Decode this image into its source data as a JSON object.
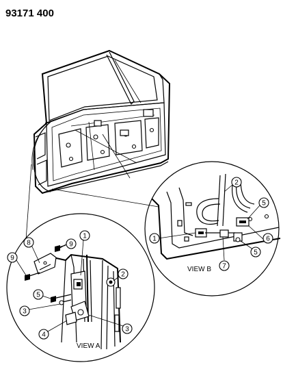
{
  "diagram_id": "93171 400",
  "views": {
    "a": "VIEW A",
    "b": "VIEW B"
  },
  "callouts_view_a": [
    "8",
    "9",
    "9",
    "1",
    "2",
    "5",
    "3",
    "4",
    "3"
  ],
  "callouts_view_b": [
    "2",
    "5",
    "6",
    "1",
    "7",
    "5"
  ]
}
